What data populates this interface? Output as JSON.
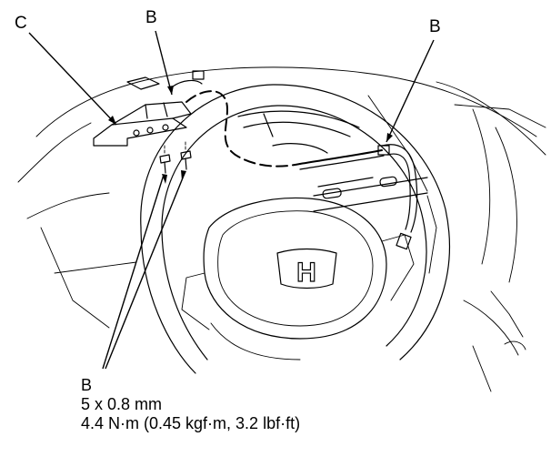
{
  "callouts": {
    "c_label": "C",
    "b_top_left": "B",
    "b_top_right": "B",
    "b_bottom": "B"
  },
  "fastener_spec": {
    "size": "5 x 0.8 mm",
    "torque": "4.4 N·m (0.45 kgf·m, 3.2 lbf·ft)"
  },
  "logo_letter": "H"
}
